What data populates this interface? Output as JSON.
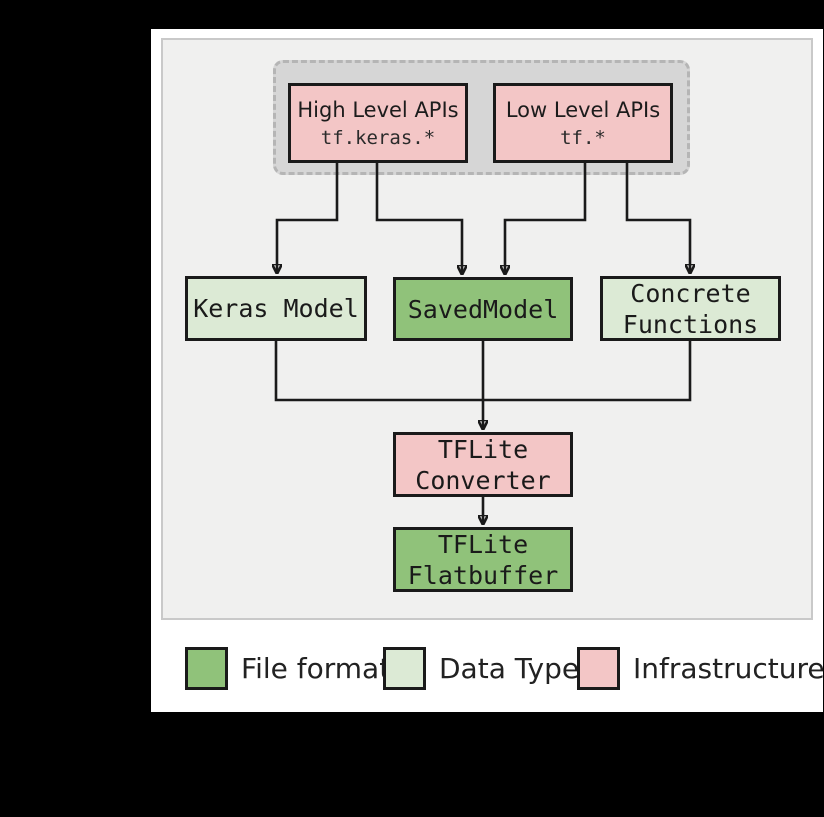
{
  "colors": {
    "background": "#000000",
    "card_bg": "#ffffff",
    "panel_bg": "#f0f0ef",
    "panel_border": "#c9c9c9",
    "group_bg": "#d6d6d6",
    "group_border": "#b5b5b5",
    "line": "#1a1a1a",
    "file_format_green": "#90c27a",
    "data_type_green": "#dcead5",
    "infrastructure_pink": "#f3c6c6"
  },
  "nodes": {
    "high_level_apis": {
      "title": "High Level APIs",
      "code": "tf.keras.*"
    },
    "low_level_apis": {
      "title": "Low Level APIs",
      "code": "tf.*"
    },
    "keras_model": {
      "label": "Keras Model"
    },
    "saved_model": {
      "label": "SavedModel"
    },
    "concrete_functions": {
      "line1": "Concrete",
      "line2": "Functions"
    },
    "tflite_converter": {
      "line1": "TFLite",
      "line2": "Converter"
    },
    "tflite_flatbuffer": {
      "line1": "TFLite",
      "line2": "Flatbuffer"
    }
  },
  "legend": {
    "items": [
      {
        "label": "File format",
        "color": "#90c27a"
      },
      {
        "label": "Data Type",
        "color": "#dcead5"
      },
      {
        "label": "Infrastructure",
        "color": "#f3c6c6"
      }
    ]
  }
}
